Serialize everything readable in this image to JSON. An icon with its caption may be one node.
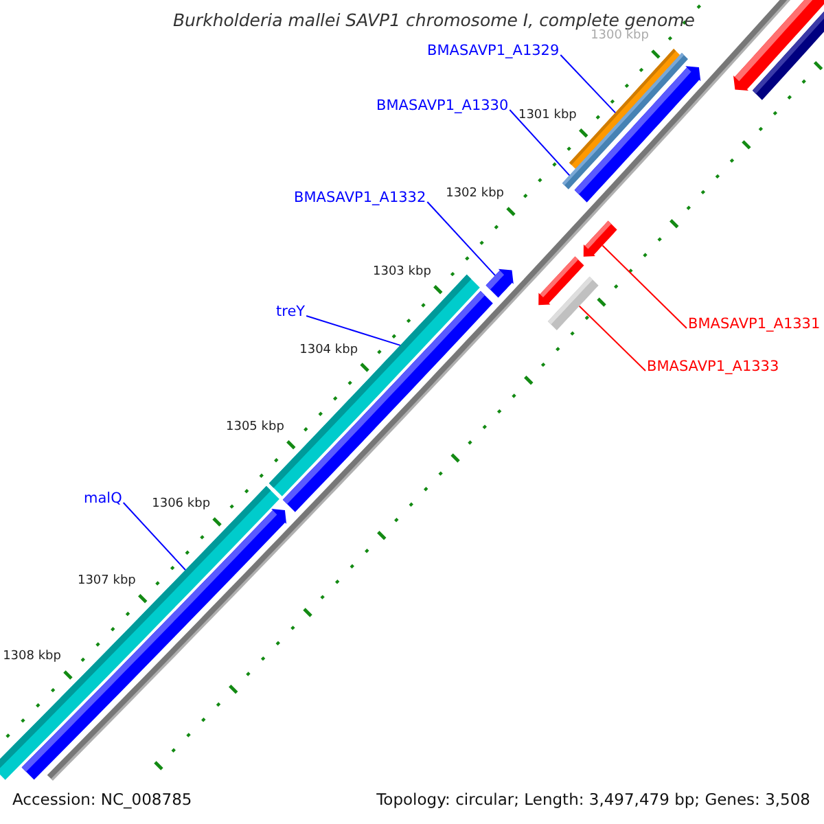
{
  "diagram": {
    "title": "Burkholderia mallei SAVP1 chromosome I, complete genome",
    "nodes": [
      {
        "text": [
          "BMASAVP1_A1329"
        ]
      },
      {
        "text": [
          "BMASAVP1_A1330"
        ]
      },
      {
        "text": [
          "BMASAVP1_A1332"
        ]
      },
      {
        "text": [
          "treY"
        ]
      },
      {
        "text": [
          "BMASAVP1_A1331"
        ]
      },
      {
        "text": [
          "BMASAVP1_A1333"
        ]
      },
      {
        "text": [
          "malQ"
        ]
      },
      {
        "text": [],
        "shape": "arrow"
      },
      {
        "text": [],
        "shape": "bar"
      },
      {
        "text": [],
        "shape": "bar"
      },
      {
        "text": [],
        "shape": "bar"
      },
      {
        "text": [],
        "shape": "arrow"
      },
      {
        "text": [],
        "shape": "arrow"
      },
      {
        "text": [],
        "shape": "arrow"
      },
      {
        "text": [],
        "shape": "arrow"
      },
      {
        "text": [],
        "shape": "bar"
      },
      {
        "text": [],
        "shape": "bar"
      },
      {
        "text": [],
        "shape": "bar"
      },
      {
        "text": [],
        "shape": "bar"
      },
      {
        "text": [],
        "shape": "arrow"
      }
    ],
    "edges": [
      {
        "from": 0,
        "to": 9,
        "arrow": "none",
        "color": "#0000ff"
      },
      {
        "from": 1,
        "to": 10,
        "arrow": "none",
        "color": "#0000ff"
      },
      {
        "from": 2,
        "to": 13,
        "arrow": "none",
        "color": "#0000ff"
      },
      {
        "from": 3,
        "to": 16,
        "arrow": "none",
        "color": "#0000ff"
      },
      {
        "from": 4,
        "to": 12,
        "arrow": "none",
        "color": "#ff0000"
      },
      {
        "from": 5,
        "to": 15,
        "arrow": "none",
        "color": "#ff0000"
      },
      {
        "from": 6,
        "to": 18,
        "arrow": "none",
        "color": "#0000ff"
      }
    ],
    "labels": [
      "1300 kbp",
      "1301 kbp",
      "1302 kbp",
      "1303 kbp",
      "1304 kbp",
      "1305 kbp",
      "1306 kbp",
      "1307 kbp",
      "1308 kbp",
      "Accession: NC_008785",
      "Topology: circular; Length: 3,497,479 bp; Genes: 3,508"
    ]
  }
}
